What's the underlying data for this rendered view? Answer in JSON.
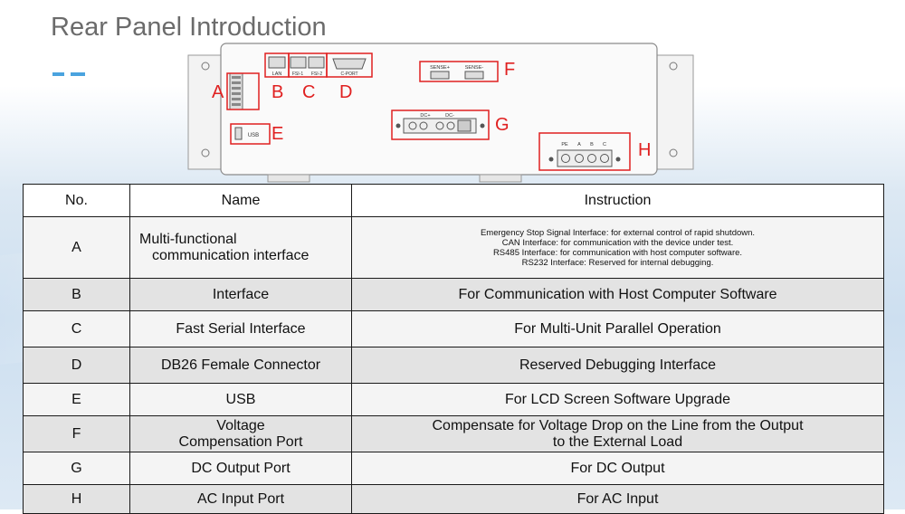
{
  "title": "Rear Panel Introduction",
  "accent_color": "#4aa3df",
  "callout_color": "#e02020",
  "callouts": [
    "A",
    "B",
    "C",
    "D",
    "E",
    "F",
    "G",
    "H"
  ],
  "panel_labels": {
    "lan": "LAN",
    "fsi1": "FSI-1",
    "fsi2": "FSI-2",
    "cport": "C-PORT",
    "sense_pos": "SENSE+",
    "sense_neg": "SENSE-",
    "usb": "USB",
    "dc_pos": "DC+",
    "dc_neg": "DC-",
    "pe": "PE",
    "ac_a": "A",
    "ac_b": "B",
    "ac_c": "C"
  },
  "table": {
    "headers": {
      "no": "No.",
      "name": "Name",
      "instruction": "Instruction"
    },
    "rows": [
      {
        "no": "A",
        "name_lines": [
          "Multi-functional",
          "communication interface"
        ],
        "instruction_lines": [
          "Emergency Stop Signal Interface: for external control of rapid shutdown.",
          "CAN Interface: for communication with the device under test.",
          "RS485 Interface: for communication with host computer software.",
          "RS232 Interface: Reserved for internal debugging."
        ]
      },
      {
        "no": "B",
        "name_lines": [
          "Interface"
        ],
        "instruction_lines": [
          "For Communication with Host Computer Software"
        ]
      },
      {
        "no": "C",
        "name_lines": [
          "Fast Serial Interface"
        ],
        "instruction_lines": [
          "For Multi-Unit Parallel Operation"
        ]
      },
      {
        "no": "D",
        "name_lines": [
          "DB26 Female Connector"
        ],
        "instruction_lines": [
          "Reserved Debugging Interface"
        ]
      },
      {
        "no": "E",
        "name_lines": [
          "USB"
        ],
        "instruction_lines": [
          "For LCD Screen Software Upgrade"
        ]
      },
      {
        "no": "F",
        "name_lines": [
          "Voltage",
          "Compensation Port"
        ],
        "instruction_lines": [
          "Compensate for Voltage Drop on the Line from the Output",
          "to the External Load"
        ]
      },
      {
        "no": "G",
        "name_lines": [
          "DC Output Port"
        ],
        "instruction_lines": [
          "For DC Output"
        ]
      },
      {
        "no": "H",
        "name_lines": [
          "AC Input Port"
        ],
        "instruction_lines": [
          "For AC Input"
        ]
      }
    ]
  }
}
